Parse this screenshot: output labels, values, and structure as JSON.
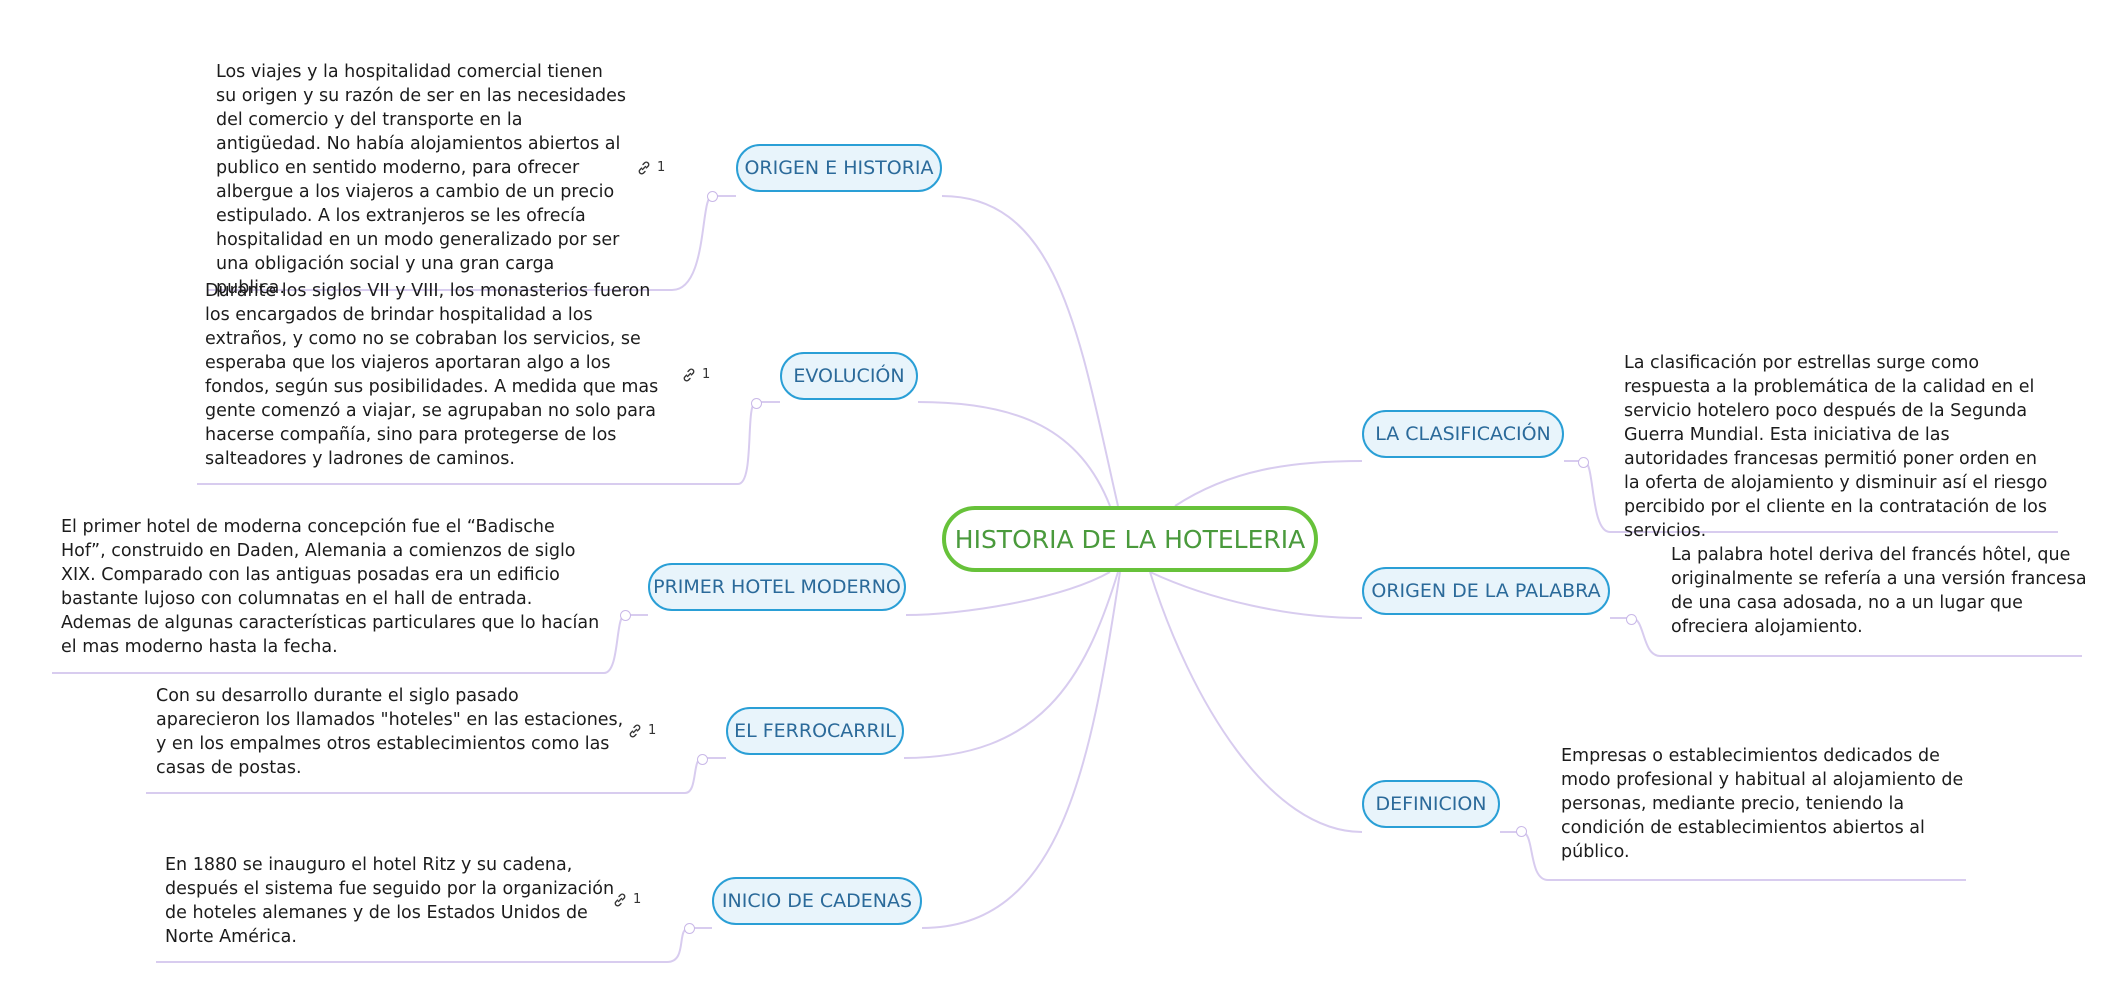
{
  "root": {
    "title": "HISTORIA DE LA HOTELERIA"
  },
  "topics": [
    {
      "id": "origen",
      "label": "ORIGEN E HISTORIA",
      "link_count": "1",
      "note": "Los viajes y la hospitalidad comercial tienen su origen y su razón de ser en las necesidades del comercio y del transporte en la antigüedad. No había alojamientos abiertos al publico en sentido moderno, para ofrecer albergue a los viajeros a cambio de un precio estipulado. A los extranjeros se les ofrecía hospitalidad en un modo generalizado por ser una obligación social y una gran carga publica."
    },
    {
      "id": "evolucion",
      "label": "EVOLUCIÓN",
      "link_count": "1",
      "note": "Durante los siglos VII y VIII, los monasterios fueron los encargados de brindar hospitalidad a los extraños, y como no se cobraban los servicios, se esperaba que los viajeros aportaran algo a los fondos, según sus posibilidades. A medida que mas gente comenzó a viajar, se agrupaban no solo para hacerse compañía, sino para protegerse de los salteadores y ladrones de caminos."
    },
    {
      "id": "primer",
      "label": "PRIMER HOTEL MODERNO",
      "note": "El primer hotel de moderna concepción fue el “Badische Hof”, construido en Daden, Alemania a comienzos de siglo XIX. Comparado con las antiguas posadas era un edificio bastante lujoso con columnatas en el hall de entrada. Ademas de algunas características particulares que lo hacían el mas moderno hasta la fecha."
    },
    {
      "id": "ferrocarril",
      "label": "EL FERROCARRIL",
      "link_count": "1",
      "note": "Con su desarrollo durante el siglo pasado aparecieron los llamados \"hoteles\" en las estaciones, y en los empalmes otros establecimientos como las casas de postas."
    },
    {
      "id": "cadenas",
      "label": "INICIO DE CADENAS",
      "link_count": "1",
      "note": "En 1880 se inauguro el hotel Ritz y su cadena, después el sistema fue seguido por la organización de hoteles alemanes y de los Estados Unidos de Norte América."
    },
    {
      "id": "clasificacion",
      "label": "LA CLASIFICACIÓN",
      "note": "La clasificación por estrellas surge como respuesta a la problemática de la calidad en el servicio hotelero poco después de la Segunda Guerra Mundial. Esta iniciativa de las autoridades francesas permitió poner orden en la oferta de alojamiento y disminuir así el riesgo percibido por el cliente en la contratación de los servicios."
    },
    {
      "id": "palabra",
      "label": "ORIGEN DE LA PALABRA",
      "note": "La palabra hotel deriva del francés hôtel, que originalmente se refería a una versión francesa de una casa adosada, no a un lugar que ofreciera alojamiento."
    },
    {
      "id": "definicion",
      "label": "DEFINICION",
      "note": "Empresas o establecimientos dedicados de modo profesional y habitual al alojamiento de personas, mediante precio, teniendo la condición de establecimientos abiertos al público."
    }
  ],
  "colors": {
    "root_border": "#67c23a",
    "topic_border": "#2a9fd6",
    "topic_fill": "#e8f4fb",
    "connector": "#d8ccef"
  }
}
